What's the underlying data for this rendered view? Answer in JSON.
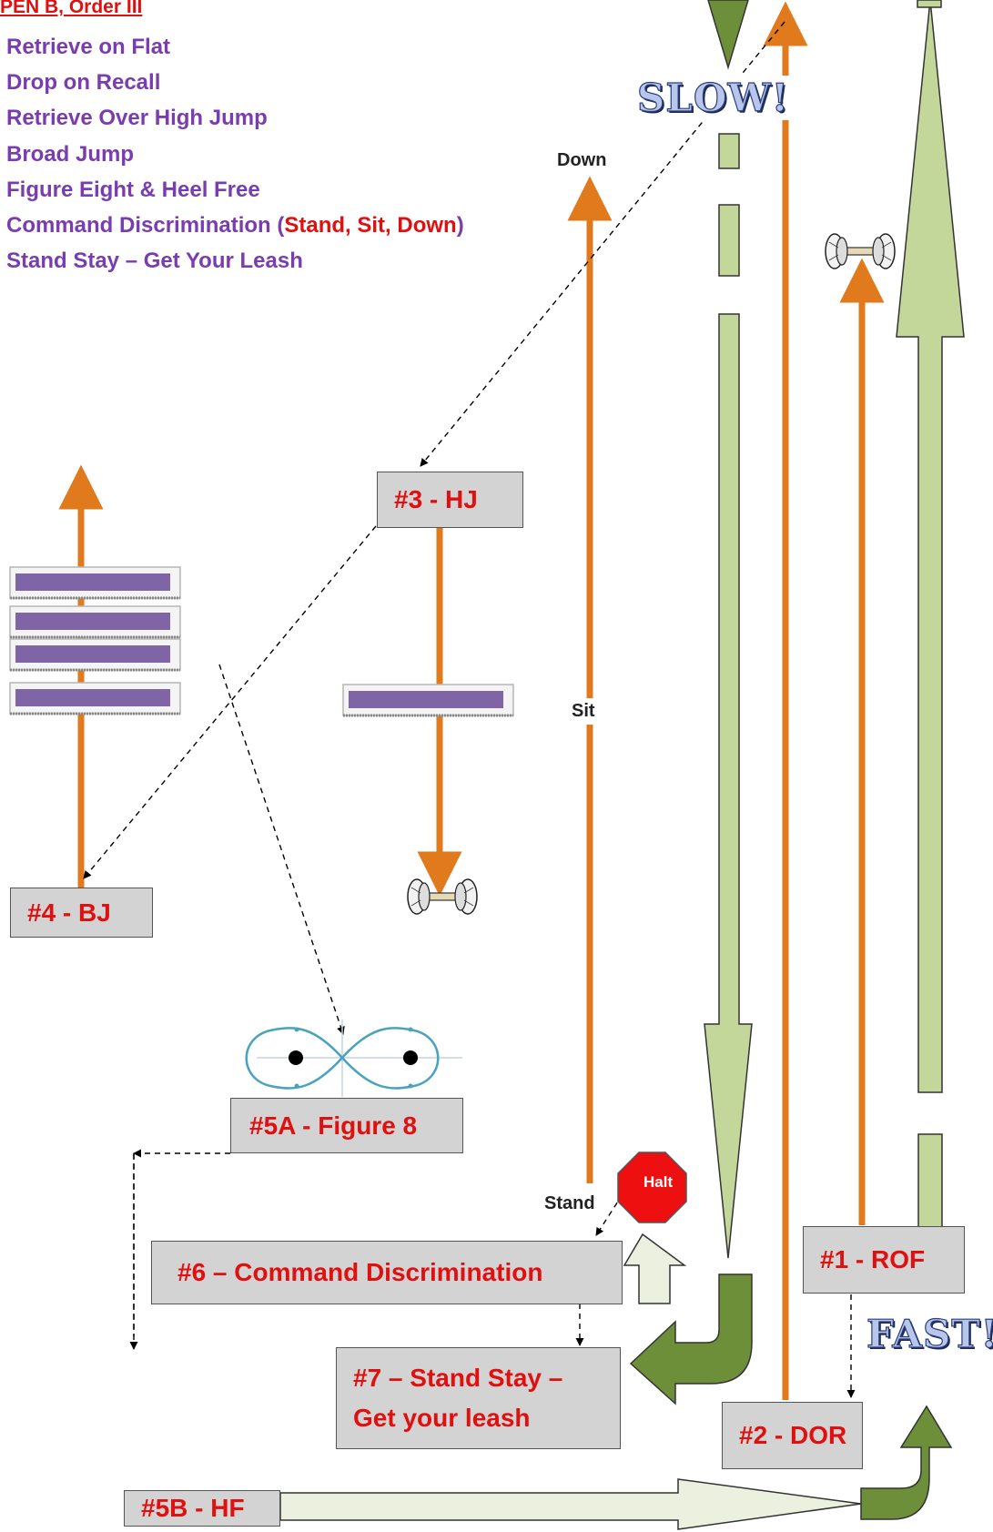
{
  "title": "PEN B, Order III",
  "exercises": [
    "Retrieve on Flat",
    "Drop on Recall",
    "Retrieve Over High Jump",
    "Broad Jump",
    "Figure Eight & Heel Free",
    "Command Discrimination (",
    "Stand, Sit, Down",
    ")",
    "Stand Stay – Get Your Leash"
  ],
  "stations": {
    "rof": "#1 - ROF",
    "dor": "#2 - DOR",
    "hj": "#3 - HJ",
    "bj": "#4 - BJ",
    "figure8": "#5A - Figure 8",
    "hf": "#5B - HF",
    "cd": "#6 – Command Discrimination",
    "ss_line1": "#7 – Stand Stay –",
    "ss_line2": "Get your leash"
  },
  "labels": {
    "down": "Down",
    "sit": "Sit",
    "stand": "Stand",
    "halt": "Halt",
    "slow": "SLOW!",
    "fast": "FAST!"
  },
  "colors": {
    "heading_red": "#e01010",
    "exercise_purple": "#7a3db0",
    "route_orange": "#e07a1c",
    "pace_green": "#c4d79b",
    "turn_green": "#6e8f3a",
    "jump_purple": "#7f64a6",
    "box_gray": "#d3d3d3"
  },
  "icons": [
    "dumbbell-icon",
    "stop-sign-icon",
    "figure-eight-icon",
    "broad-jump-icon",
    "high-jump-icon"
  ]
}
